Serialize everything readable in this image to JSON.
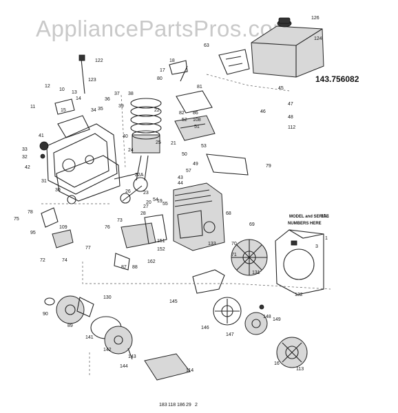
{
  "watermark": "AppliancePartsPros.com",
  "model_number": "143.756082",
  "note": [
    "MODEL and SERIAL",
    "NUMBERS HERE"
  ],
  "callouts": [
    "126",
    "124",
    "63",
    "122",
    "123",
    "12",
    "10",
    "11",
    "13",
    "14",
    "15",
    "41",
    "33",
    "32",
    "42",
    "31",
    "30",
    "34",
    "35",
    "36",
    "37",
    "38",
    "39",
    "40",
    "22",
    "24",
    "25",
    "21",
    "22A",
    "23",
    "26",
    "20",
    "27",
    "28",
    "19",
    "18",
    "17",
    "80",
    "81",
    "82",
    "86",
    "108",
    "51",
    "52",
    "53",
    "50",
    "49",
    "57",
    "43",
    "44",
    "45",
    "46",
    "47",
    "48",
    "112",
    "109",
    "79",
    "78",
    "75",
    "95",
    "72",
    "74",
    "73",
    "76",
    "77",
    "153",
    "151",
    "152",
    "162",
    "87",
    "88",
    "68",
    "69",
    "70",
    "71",
    "133",
    "131",
    "132",
    "3",
    "1",
    "130",
    "90",
    "89",
    "141",
    "142",
    "143",
    "144",
    "145",
    "146",
    "147",
    "148",
    "149",
    "16",
    "113",
    "114",
    "54",
    "55",
    "183",
    "118",
    "186",
    "29",
    "2"
  ]
}
